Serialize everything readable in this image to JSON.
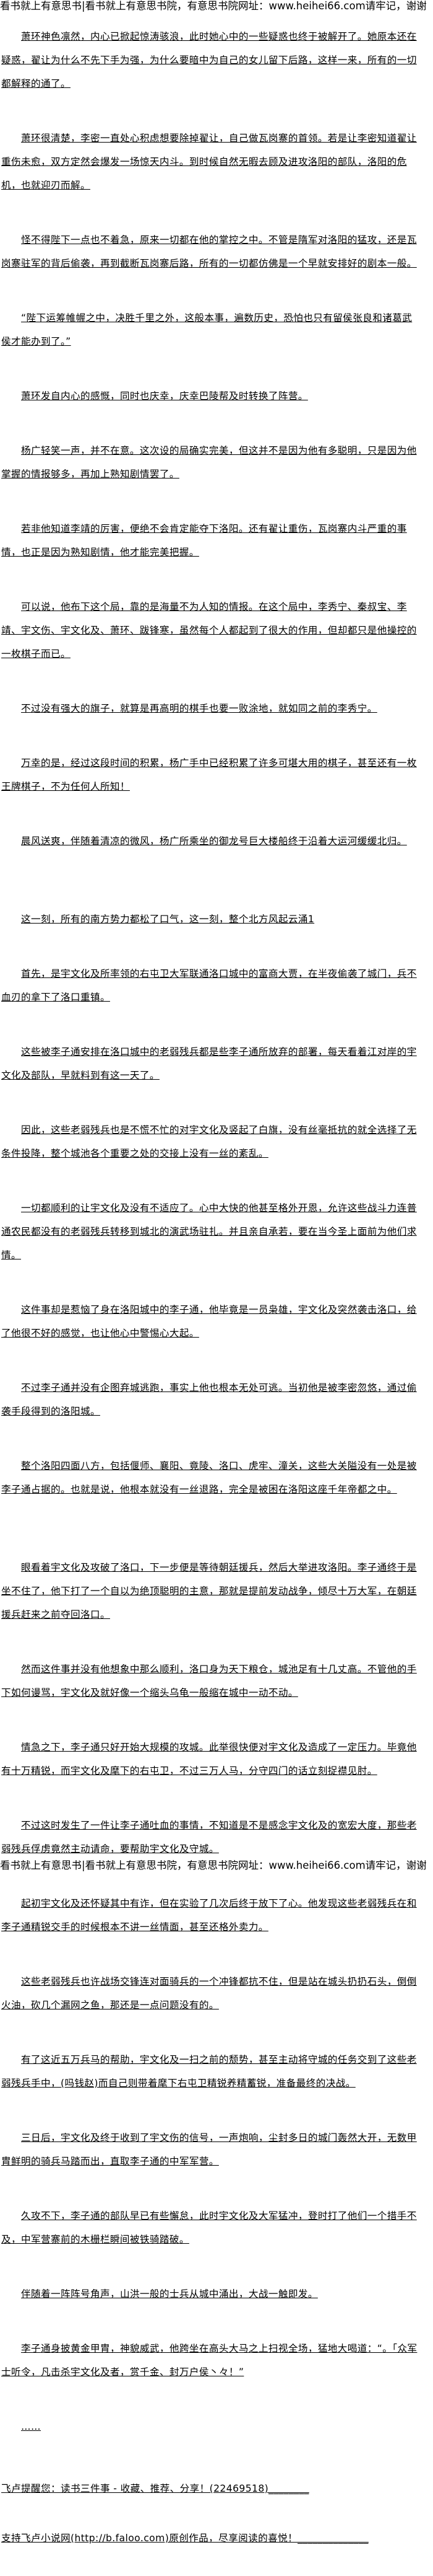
{
  "header_banner": "看书就上有意思书|看书就上有意思书院，有意思书院网址：www.heihei66.com请牢记，谢谢",
  "paragraphs": [
    "萧环神色凛然，内心已掀起惊涛骇浪，此时她心中的一些疑惑也终于被解开了。她原本还在疑惑，翟让为什么不先下手为强，为什么要暗中为自己的女儿留下后路，这样一来，所有的一切都解释的通了。",
    "萧环很清楚，李密一直处心积虑想要除掉翟让，自己做瓦岗寨的首领。若是让李密知道翟让重伤未愈，双方定然会爆发一场惊天内斗。到时候自然无暇去顾及进攻洛阳的部队，洛阳的危机，也就迎刃而解。",
    "怪不得陛下一点也不着急，原来一切都在他的掌控之中。不管是隋军对洛阳的猛攻，还是瓦岗寨驻军的背后偷袭，再到截断瓦岗寨后路，所有的一切都仿佛是一个早就安排好的剧本一般。",
    "“陛下运筹帷幄之中，决胜千里之外，这般本事，遍数历史，恐怕也只有留侯张良和诸葛武侯才能办到了。”",
    "萧环发自内心的感慨，同时也庆幸，庆幸巴陵帮及时转换了阵营。",
    "杨广轻笑一声，并不在意。这次设的局确实完美，但这并不是因为他有多聪明，只是因为他掌握的情报够多，再加上熟知剧情罢了。",
    "若非他知道李靖的厉害，便绝不会肯定能夺下洛阳。还有翟让重伤，瓦岗寨内斗严重的事情，也正是因为熟知剧情，他才能完美把握。",
    "可以说，他布下这个局，靠的是海量不为人知的情报。在这个局中，李秀宁、秦叔宝、李靖、宇文伤、宇文化及、萧环、跋锋寒，虽然每个人都起到了很大的作用，但却都只是他操控的一枚棋子而已。",
    "不过没有强大的旗子，就算是再高明的棋手也要一败涂地，就如同之前的李秀宁。",
    "万幸的是，经过这段时间的积累，杨广手中已经积累了许多可堪大用的棋子，甚至还有一枚王牌棋子，不为任何人所知！",
    "晨风送爽，伴随着清凉的微风，杨广所乘坐的御龙号巨大楼船终于沿着大运河缓缓北归。",
    "这一刻，所有的南方势力都松了口气，这一刻，整个北方风起云涌1",
    "首先，是宇文化及所率领的右屯卫大军联通洛口城中的富商大贾，在半夜偷袭了城门，兵不血刃的拿下了洛口重镇。",
    "这些被李子通安排在洛口城中的老弱残兵都是些李子通所放弃的部署，每天看着江对岸的宇文化及部队，早就料到有这一天了。",
    "因此，这些老弱残兵也是不慌不忙的对宇文化及竖起了白旗，没有丝毫抵抗的就全选择了无条件投降，整个城池各个重要之处的交接上没有一丝的紊乱。",
    "一切都顺利的让宇文化及没有不适应了。心中大快的他甚至格外开恩，允许这些战斗力连普通农民都没有的老弱残兵转移到城北的演武场驻扎。并且亲自承若，要在当今圣上面前为他们求情。",
    "这件事却是惹恼了身在洛阳城中的李子通，他毕竟是一员枭雄，宇文化及突然袭击洛口，给了他很不好的感觉，也让他心中警惕心大起。",
    "不过李子通并没有企图弃城逃跑，事实上他也根本无处可逃。当初他是被李密忽悠，通过偷袭手段得到的洛阳城。",
    "整个洛阳四面八方，包括偃师、襄阳、竟陵、洛口、虎牢、潼关，这些大关隘没有一处是被李子通占据的。也就是说，他根本就没有一丝退路，完全是被困在洛阳这座千年帝都之中。",
    "眼看着宇文化及攻破了洛口，下一步便是等待朝廷援兵，然后大举进攻洛阳。李子通终于是坐不住了，他下打了一个自以为绝顶聪明的主意，那就是提前发动战争，倾尽十万大军，在朝廷援兵赶来之前夺回洛口。",
    "然而这件事并没有他想象中那么顺利，洛口身为天下粮仓，城池足有十几丈高。不管他的手下如何谩骂，宇文化及就好像一个缩头乌龟一般缩在城中一动不动。",
    "情急之下，李子通只好开始大规模的攻城。此举很快便对宇文化及造成了一定压力。毕竟他有十万精锐，而宇文化及麾下的右屯卫，不过三万人马，分守四门的话立刻捉襟见肘。",
    "不过这时发生了一件让李子通吐血的事情，不知道是不是感念宇文化及的宽宏大度，那些老弱残兵俘虏竟然主动请命，要帮助宇文化及守城。",
    "起初宇文化及还怀疑其中有诈，但在实验了几次后终于放下了心。他发现这些老弱残兵在和李子通精锐交手的时候根本不讲一丝情面，甚至还格外卖力。",
    "这些老弱残兵也许战场交锋连对面骑兵的一个冲锋都抗不住，但是站在城头扔扔石头，倒倒火油，砍几个漏网之鱼，那还是一点问题没有的。",
    "有了这近五万兵马的帮助，宇文化及一扫之前的颓势，甚至主动将守城的任务交到了这些老弱残兵手中，(吗钱赵)而自己则带着麾下右屯卫精锐养精蓄锐，准备最终的决战。",
    "三日后，宇文化及终于收到了宇文伤的信号，一声炮响，尘封多日的城门轰然大开，无数甲胄鲜明的骑兵马踏而出，直取李子通的中军军营。",
    "久攻不下，李子通的部队早已有些懈怠，此时宇文化及大军猛冲，登时打了他们一个措手不及，中军营寨前的木栅栏瞬间被铁骑踏破。",
    "伴随着一阵阵号角声，山洪一般的士兵从城中涌出，大战一触即发。",
    "李子通身披黄金甲胄，神貌威武，他跨坐在高头大马之上扫视全场，猛地大喝道：“。「众军士听令，凡击杀宇文化及者，赏千金、封万户侯丶々！”",
    "……"
  ],
  "footer_notes": [
    "飞卢提醒您：读书三件事 - 收藏、推荐、分享！(22469518)________",
    "支持飞卢小说网(http://b.faloo.com)原创作品，尽享阅读的喜悦！______________"
  ],
  "footer_banner": "看书就上有意思书|看书就上有意思书院，有意思书院网址：www.heihei66.com请牢记，谢谢"
}
